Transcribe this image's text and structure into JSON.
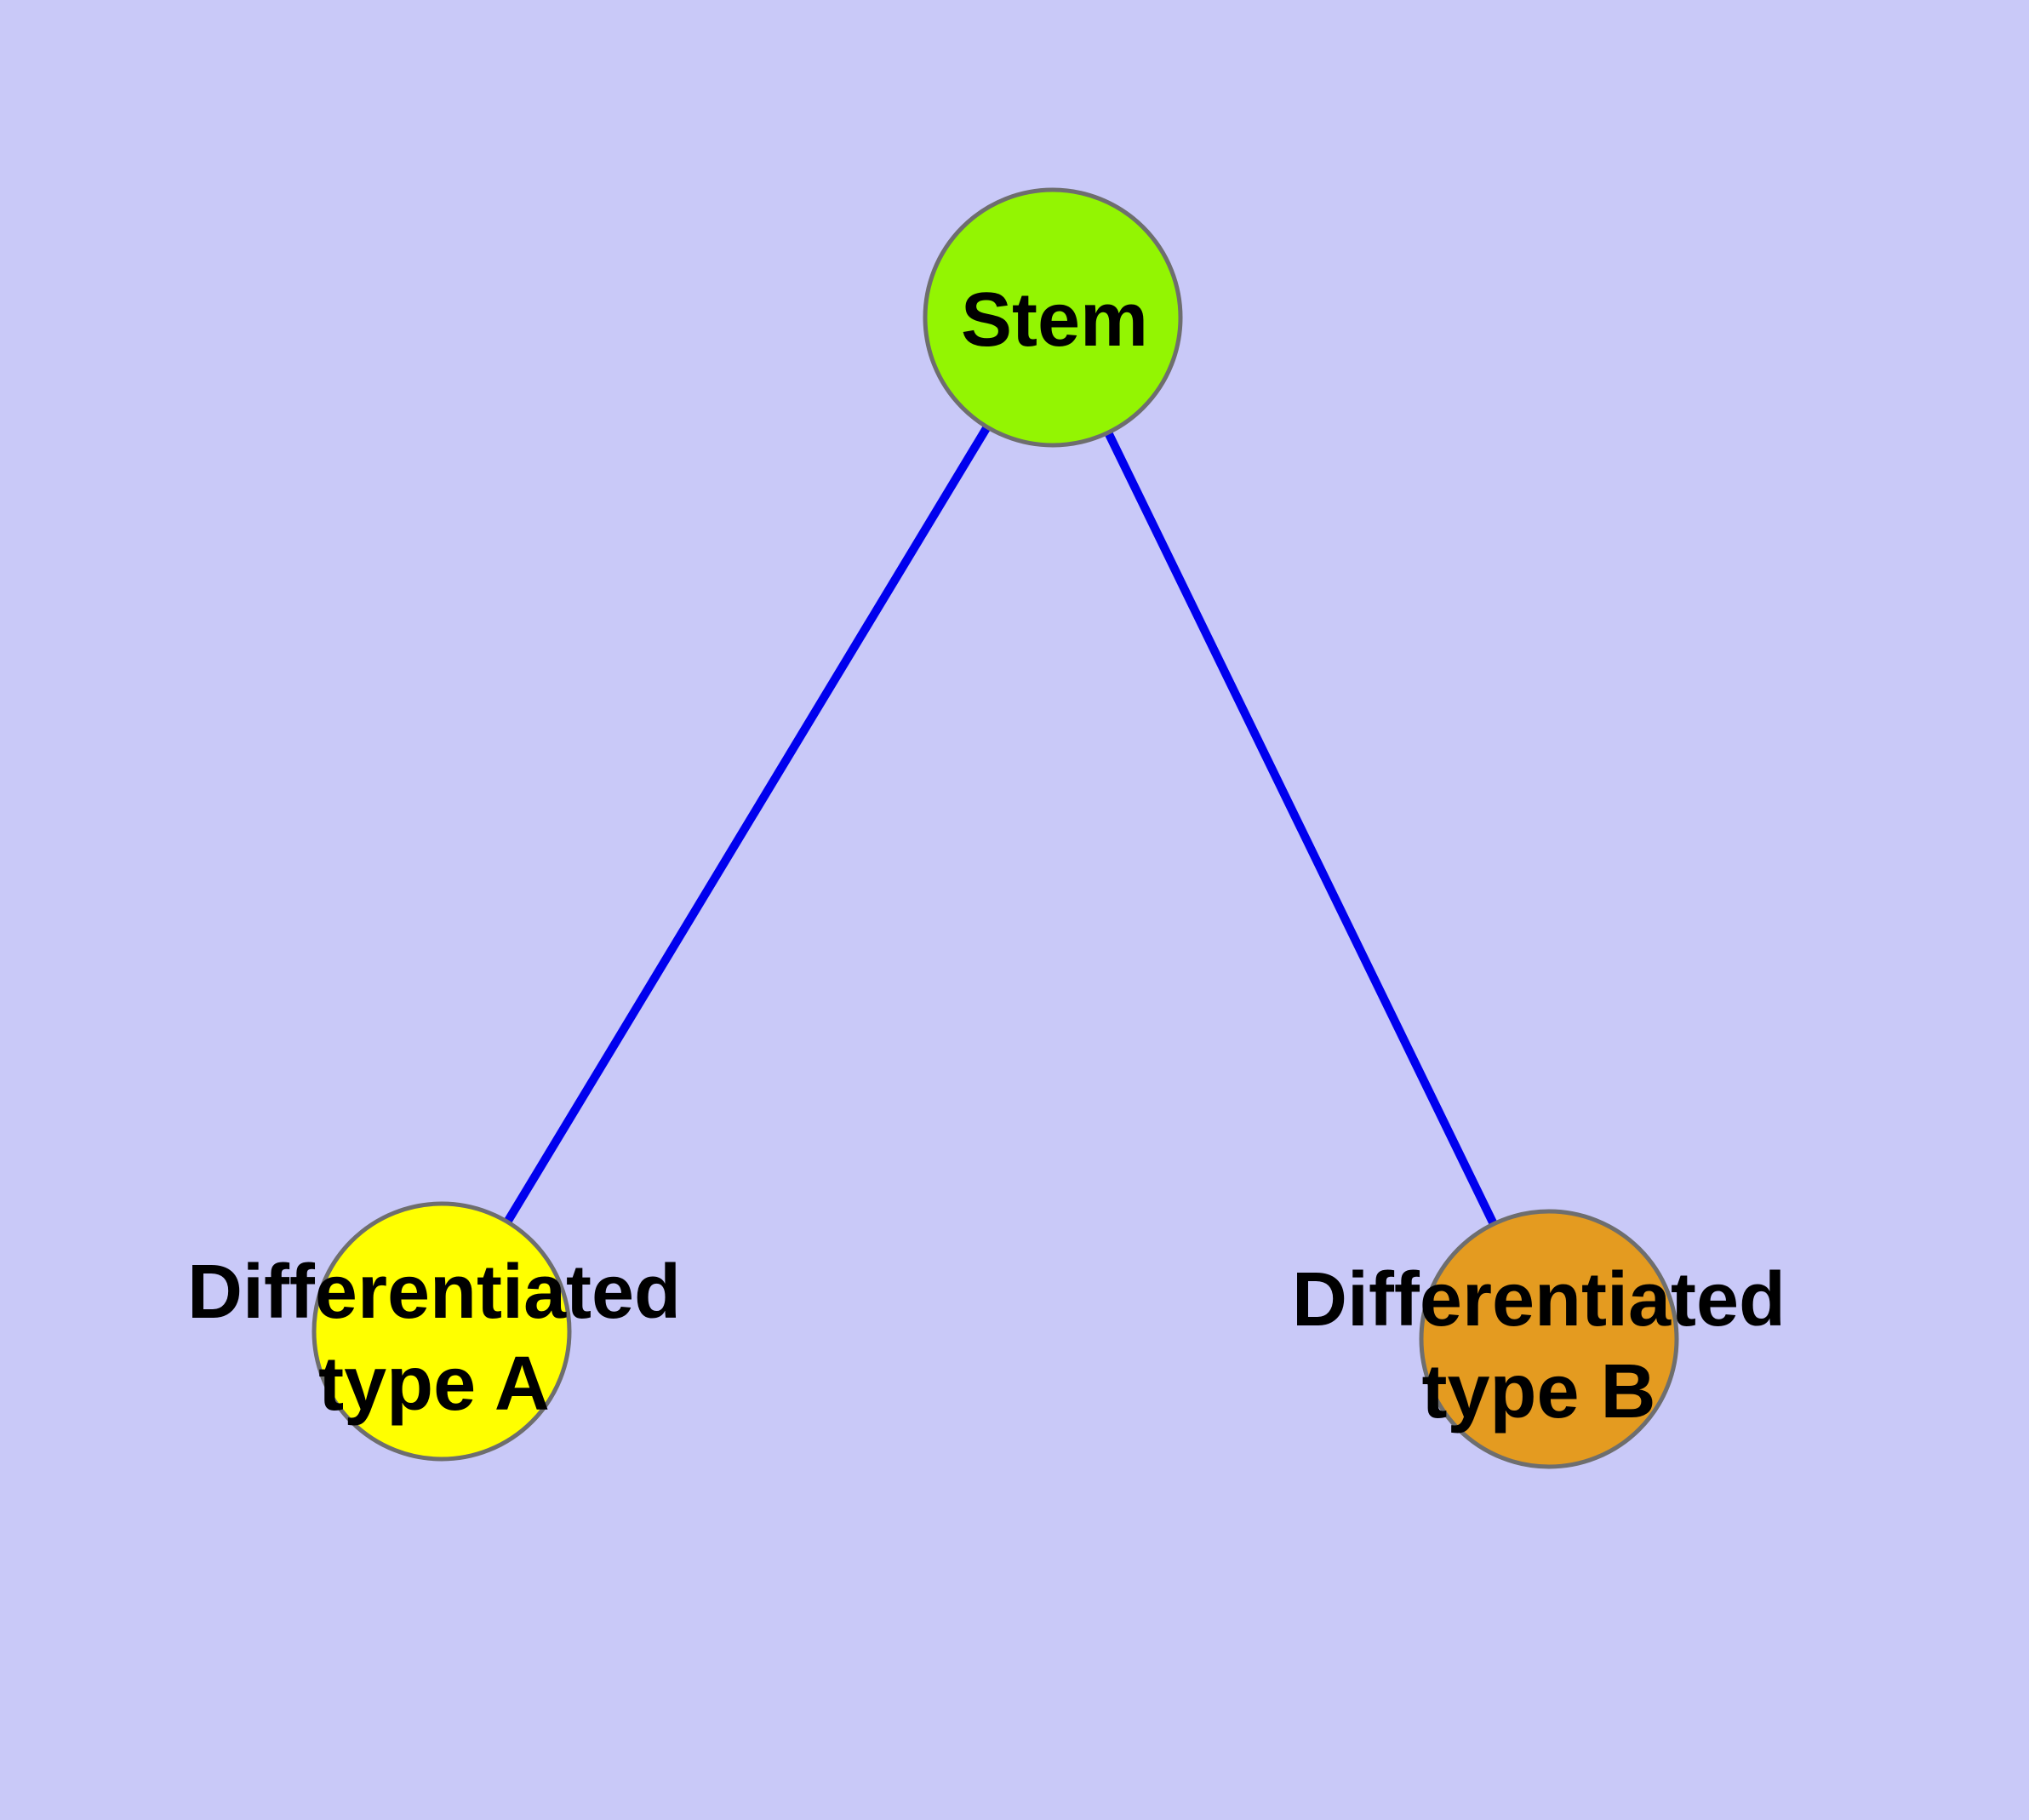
{
  "diagram": {
    "background_color": "#c9c9f8",
    "edge_color": "#0000ee",
    "node_border_color": "#6e6e6e",
    "label_color": "#000000",
    "nodes": {
      "stem": {
        "label": "Stem",
        "fill": "#93f502"
      },
      "type_a": {
        "label_line1": "Differentiated",
        "label_line2": "type A",
        "fill": "#ffff00"
      },
      "type_b": {
        "label_line1": "Differentiated",
        "label_line2": "type B",
        "fill": "#e49b20"
      }
    },
    "edges": [
      {
        "from": "Stem",
        "to": "Differentiated type A"
      },
      {
        "from": "Stem",
        "to": "Differentiated type B"
      }
    ]
  }
}
